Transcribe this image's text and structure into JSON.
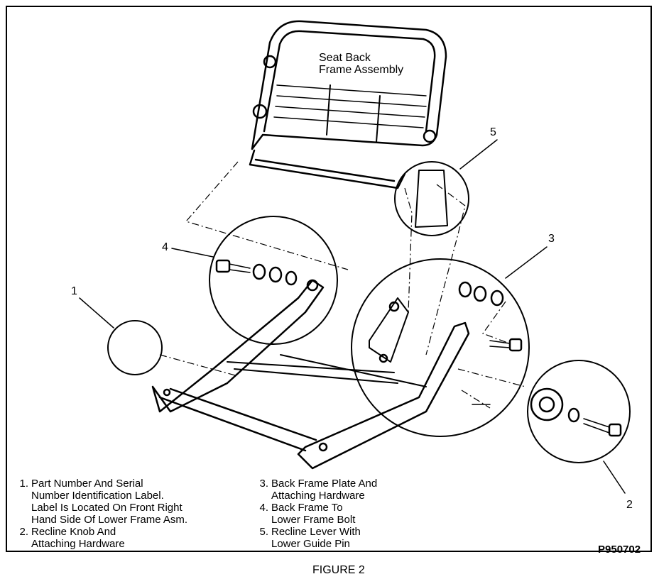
{
  "labels": {
    "seat_back": "Seat Back\nFrame Assembly"
  },
  "callouts": [
    "1",
    "2",
    "3",
    "4",
    "5"
  ],
  "legend": {
    "left": [
      {
        "num": "1.",
        "text": "Part Number And Serial\nNumber Identification Label.\nLabel Is Located On Front Right\nHand Side Of Lower Frame Asm."
      },
      {
        "num": "2.",
        "text": "Recline Knob And\nAttaching Hardware"
      }
    ],
    "right": [
      {
        "num": "3.",
        "text": "Back Frame Plate And\nAttaching Hardware"
      },
      {
        "num": "4.",
        "text": "Back Frame To\nLower Frame Bolt"
      },
      {
        "num": "5.",
        "text": "Recline Lever With\nLower Guide Pin"
      }
    ]
  },
  "figure_number": "P950702",
  "figure_caption": "FIGURE 2"
}
